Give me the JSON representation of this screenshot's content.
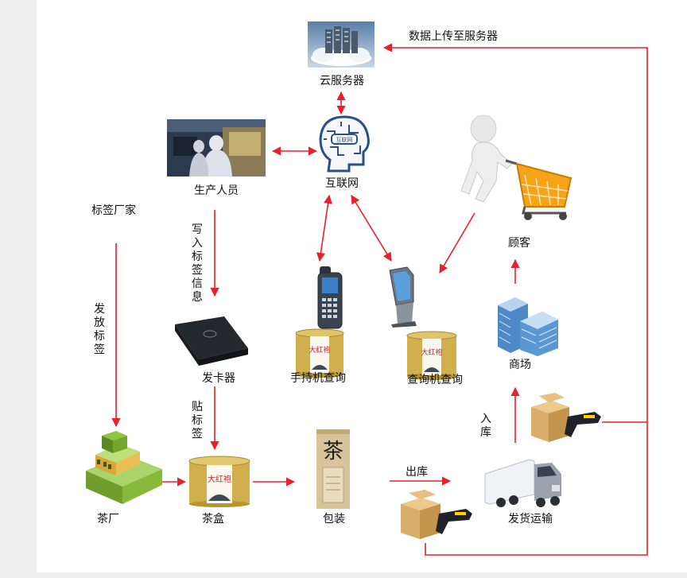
{
  "nodes": {
    "cloud_server": "云服务器",
    "internet": "互联网",
    "production_staff": "生产人员",
    "customer": "顾客",
    "label_factory": "标签厂家",
    "card_issuer": "发卡器",
    "handheld_query": "手持机查询",
    "kiosk_query": "查询机查询",
    "mall": "商场",
    "tea_factory": "茶厂",
    "tea_box": "茶盒",
    "packaging": "包装",
    "shipping": "发货运输"
  },
  "edges": {
    "upload": "数据上传至服务器",
    "write_label": "写入标签信息",
    "issue_label": "发放标签",
    "paste_label": "贴标签",
    "out_warehouse": "出库",
    "in_warehouse": "入库"
  },
  "icon_text": {
    "internet_badge": "互联网",
    "tea_char": "茶",
    "can_text": "大红袍"
  },
  "colors": {
    "arrow": "#e8202a",
    "can_gold": "#c9a640",
    "box_kraft": "#d9ad6c",
    "green_factory": "#8cc63f"
  }
}
